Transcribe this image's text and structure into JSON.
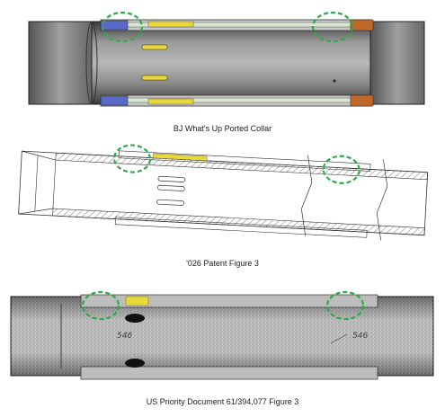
{
  "figures": [
    {
      "caption": "BJ What's Up Ported Collar"
    },
    {
      "caption": "'026 Patent Figure 3"
    },
    {
      "caption": "US Priority Document 61/394,077  Figure 3"
    }
  ],
  "annotations": {
    "label_left": "546",
    "label_right": "546"
  },
  "colors": {
    "highlight_circle": "#2eaa4a",
    "collar_body": "#5a5a5a",
    "port_yellow": "#e8d83a",
    "seal_orange": "#c0682a",
    "seal_blue": "#5a6ac8"
  }
}
